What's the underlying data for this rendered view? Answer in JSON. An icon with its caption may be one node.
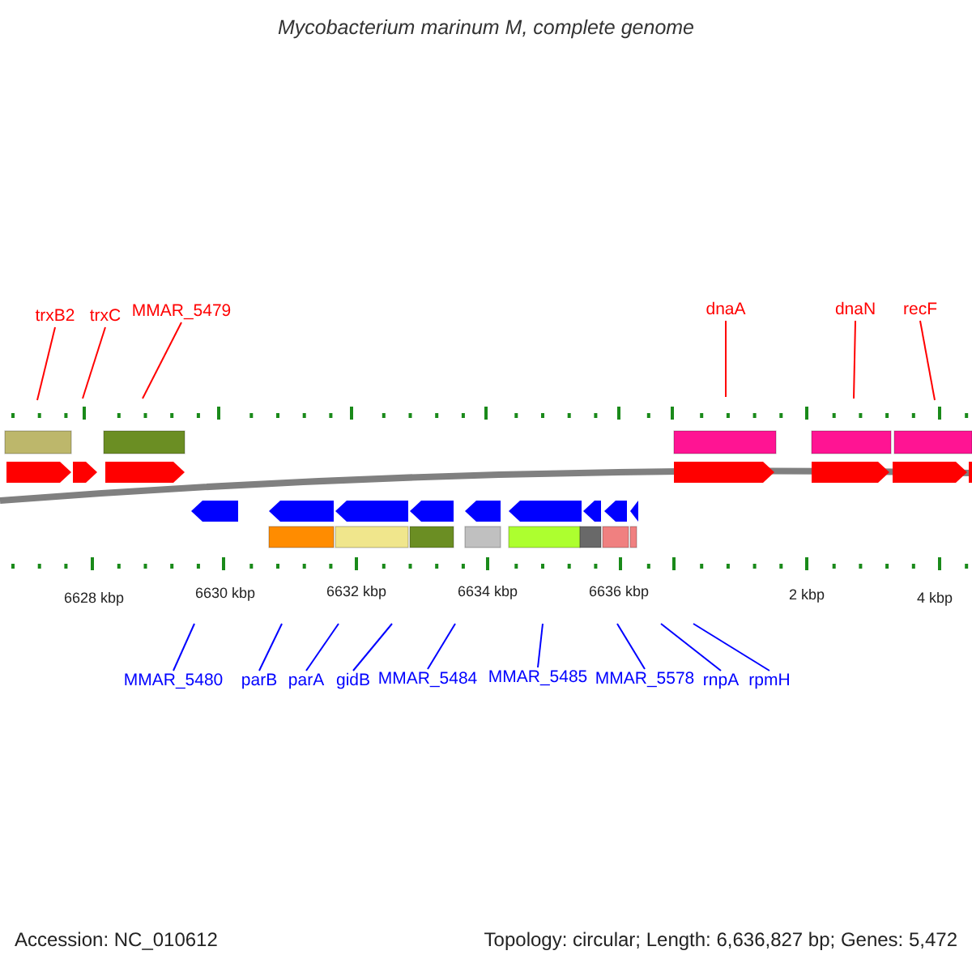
{
  "diagram": {
    "title": "Mycobacterium marinum M, complete genome",
    "nodes": [
      {
        "text": [
          "trxB2"
        ]
      },
      {
        "text": [
          "trxC"
        ]
      },
      {
        "text": [
          "MMAR_5479"
        ]
      },
      {
        "text": [
          "dnaA"
        ]
      },
      {
        "text": [
          "dnaN"
        ]
      },
      {
        "text": [
          "recF"
        ]
      },
      {
        "text": [
          "MMAR_5480"
        ]
      },
      {
        "text": [
          "parB"
        ]
      },
      {
        "text": [
          "parA"
        ]
      },
      {
        "text": [
          "gidB"
        ]
      },
      {
        "text": [
          "MMAR_5484"
        ]
      },
      {
        "text": [
          "MMAR_5485"
        ]
      },
      {
        "text": [
          "MMAR_5578"
        ]
      },
      {
        "text": [
          "rnpA"
        ]
      },
      {
        "text": [
          "rpmH"
        ]
      }
    ],
    "edges": [
      {
        "from": 0,
        "to": null,
        "arrow": "none",
        "color": "#ff0000"
      },
      {
        "from": 1,
        "to": null,
        "arrow": "none",
        "color": "#ff0000"
      },
      {
        "from": 2,
        "to": null,
        "arrow": "none",
        "color": "#ff0000"
      },
      {
        "from": 3,
        "to": null,
        "arrow": "none",
        "color": "#ff0000"
      },
      {
        "from": 4,
        "to": null,
        "arrow": "none",
        "color": "#ff0000"
      },
      {
        "from": 5,
        "to": null,
        "arrow": "none",
        "color": "#ff0000"
      },
      {
        "from": 6,
        "to": null,
        "arrow": "none"
      },
      {
        "from": 7,
        "to": null,
        "arrow": "none"
      },
      {
        "from": 8,
        "to": null,
        "arrow": "none"
      },
      {
        "from": 9,
        "to": null,
        "arrow": "none"
      },
      {
        "from": 10,
        "to": null,
        "arrow": "none"
      },
      {
        "from": 11,
        "to": null,
        "arrow": "none"
      },
      {
        "from": 12,
        "to": null,
        "arrow": "none"
      },
      {
        "from": 13,
        "to": null,
        "arrow": "none"
      },
      {
        "from": 14,
        "to": null,
        "arrow": "none"
      }
    ],
    "labels": [
      "6628 kbp",
      "6630 kbp",
      "6632 kbp",
      "6634 kbp",
      "6636 kbp",
      "2 kbp",
      "4 kbp",
      "Accession: NC_010612",
      "Topology: circular; Length: 6,636,827 bp; Genes: 5,472"
    ]
  }
}
